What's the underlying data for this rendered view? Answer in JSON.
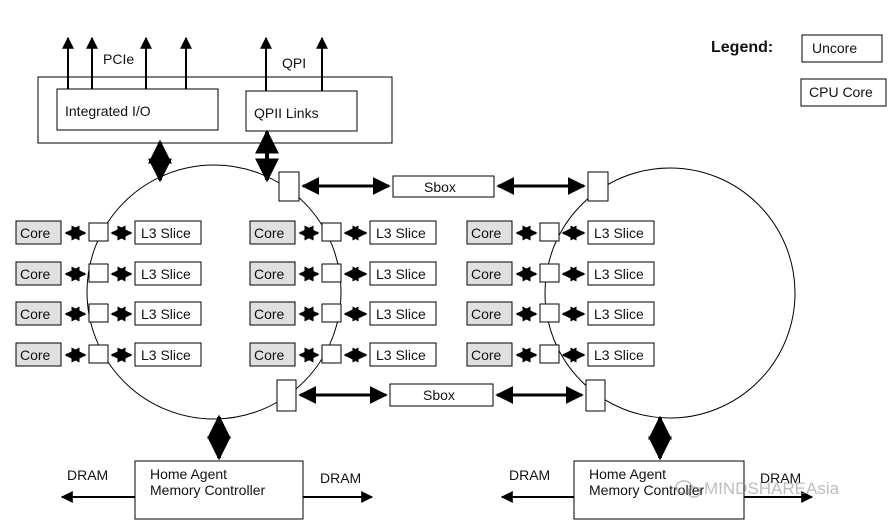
{
  "legend": {
    "title": "Legend:",
    "uncore": "Uncore",
    "cpu_core": "CPU Core"
  },
  "labels": {
    "pcie": "PCIe",
    "qpi": "QPI",
    "integrated_io": "Integrated I/O",
    "qpii_links": "QPII Links",
    "sbox": "Sbox",
    "core": "Core",
    "l3_slice": "L3 Slice",
    "dram": "DRAM",
    "home_agent_line1": "Home Agent",
    "home_agent_line2": "Memory Controller"
  },
  "watermark": "MINDSHAREAsia",
  "colors": {
    "core_fill": "#e0e0e0",
    "line": "#000000"
  }
}
